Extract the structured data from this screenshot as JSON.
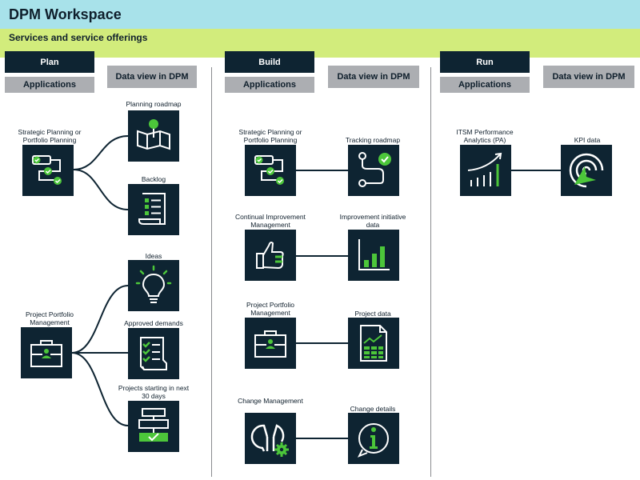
{
  "header": {
    "title": "DPM Workspace",
    "subtitle": "Services and service offerings"
  },
  "columns": {
    "plan": {
      "title": "Plan",
      "applications_label": "Applications",
      "dataview_label": "Data view in DPM"
    },
    "build": {
      "title": "Build",
      "applications_label": "Applications",
      "dataview_label": "Data view in DPM"
    },
    "run": {
      "title": "Run",
      "applications_label": "Applications",
      "dataview_label": "Data view in DPM"
    }
  },
  "plan": {
    "apps": [
      {
        "label": "Strategic Planning or Portfolio Planning",
        "icon": "checklist-icon"
      },
      {
        "label": "Project Portfolio Management",
        "icon": "briefcase-icon"
      }
    ],
    "views": [
      {
        "label": "Planning roadmap",
        "icon": "map-pin-icon"
      },
      {
        "label": "Backlog",
        "icon": "scroll-list-icon"
      },
      {
        "label": "Ideas",
        "icon": "lightbulb-icon"
      },
      {
        "label": "Approved demands",
        "icon": "check-doc-icon"
      },
      {
        "label": "Projects starting in next 30 days",
        "icon": "flowchart-icon"
      }
    ]
  },
  "build": {
    "apps": [
      {
        "label": "Strategic Planning or Portfolio Planning",
        "icon": "checklist-icon"
      },
      {
        "label": "Continual Improvement Management",
        "icon": "thumbs-up-icon"
      },
      {
        "label": "Project Portfolio Management",
        "icon": "briefcase-icon"
      },
      {
        "label": "Change Management",
        "icon": "wrench-gear-icon"
      }
    ],
    "views": [
      {
        "label": "Tracking roadmap",
        "icon": "route-icon"
      },
      {
        "label": "Improvement initiative data",
        "icon": "bar-chart-icon"
      },
      {
        "label": "Project data",
        "icon": "spreadsheet-icon"
      },
      {
        "label": "Change details",
        "icon": "info-icon"
      }
    ]
  },
  "run": {
    "apps": [
      {
        "label": "ITSM Performance Analytics (PA)",
        "icon": "trend-bars-icon"
      }
    ],
    "views": [
      {
        "label": "KPI data",
        "icon": "target-icon"
      }
    ]
  },
  "colors": {
    "header": "#a8e2ea",
    "subheader": "#d2ec7c",
    "dark": "#0e2432",
    "gray": "#acaeb2",
    "accent": "#4cc63a"
  }
}
